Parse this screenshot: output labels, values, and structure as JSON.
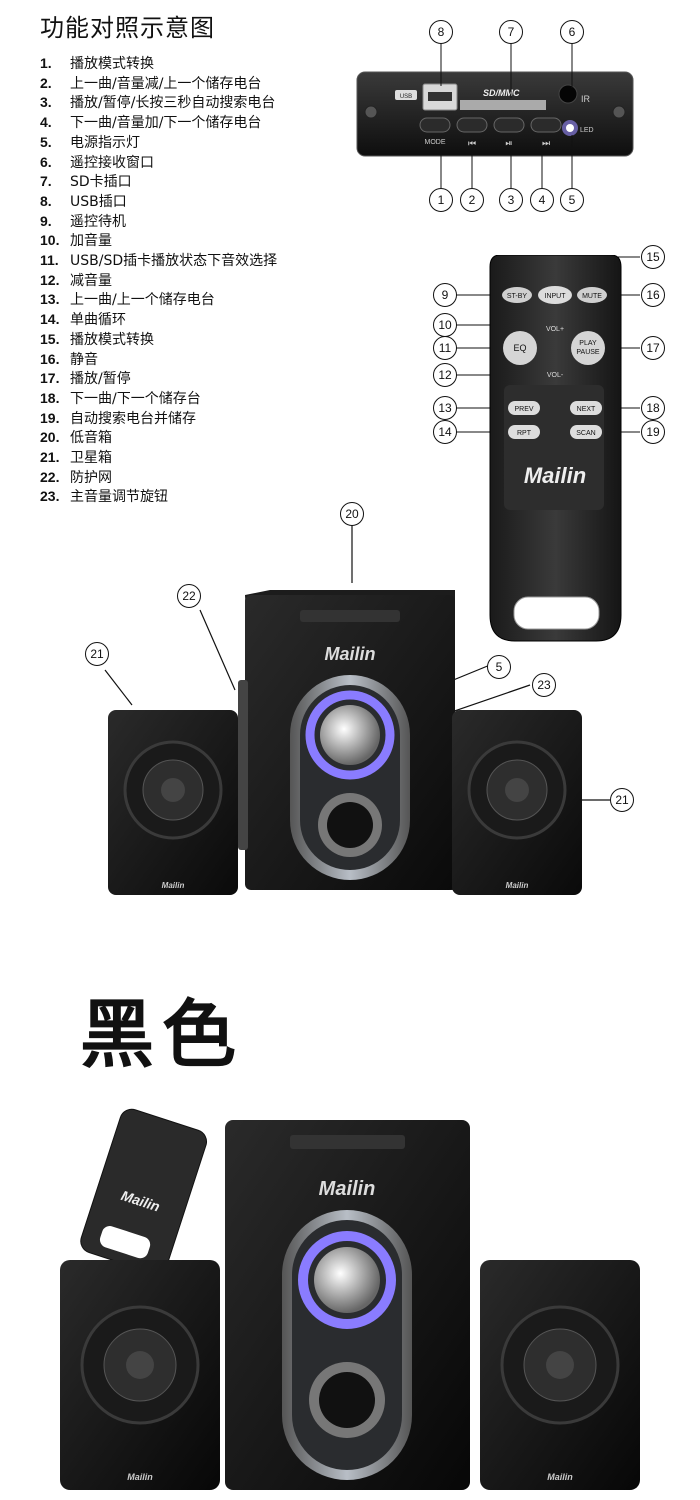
{
  "title": "功能对照示意图",
  "functions": [
    {
      "n": "1.",
      "label": "播放模式转换"
    },
    {
      "n": "2.",
      "label": "上一曲/音量减/上一个储存电台"
    },
    {
      "n": "3.",
      "label": "播放/暂停/长按三秒自动搜索电台"
    },
    {
      "n": "4.",
      "label": "下一曲/音量加/下一个储存电台"
    },
    {
      "n": "5.",
      "label": "电源指示灯"
    },
    {
      "n": "6.",
      "label": "遥控接收窗口"
    },
    {
      "n": "7.",
      "label": "SD卡插口"
    },
    {
      "n": "8.",
      "label": "USB插口"
    },
    {
      "n": "9.",
      "label": "遥控待机"
    },
    {
      "n": "10.",
      "label": "加音量"
    },
    {
      "n": "11.",
      "label": "USB/SD插卡播放状态下音效选择"
    },
    {
      "n": "12.",
      "label": "减音量"
    },
    {
      "n": "13.",
      "label": "上一曲/上一个储存电台"
    },
    {
      "n": "14.",
      "label": "单曲循环"
    },
    {
      "n": "15.",
      "label": "播放模式转换"
    },
    {
      "n": "16.",
      "label": "静音"
    },
    {
      "n": "17.",
      "label": "播放/暂停"
    },
    {
      "n": "18.",
      "label": "下一曲/下一个储存台"
    },
    {
      "n": "19.",
      "label": "自动搜索电台并储存"
    },
    {
      "n": "20.",
      "label": "低音箱"
    },
    {
      "n": "21.",
      "label": "卫星箱"
    },
    {
      "n": "22.",
      "label": "防护网"
    },
    {
      "n": "23.",
      "label": "主音量调节旋钮"
    }
  ],
  "panel": {
    "sd_label": "SD/MMC",
    "ir_label": "IR",
    "led_label": "LED",
    "mode_label": "MODE",
    "usb_label": "USB"
  },
  "remote": {
    "buttons": {
      "st_by": "ST-BY",
      "input": "INPUT",
      "mute": "MUTE",
      "vol_up": "VOL+",
      "eq": "EQ",
      "play_pause_1": "PLAY",
      "play_pause_2": "PAUSE",
      "vol_down": "VOL-",
      "prev": "PREV",
      "next": "NEXT",
      "rpt": "RPT",
      "scan": "SCAN"
    },
    "brand": "Mailin"
  },
  "speaker": {
    "brand": "Mailin"
  },
  "callouts": {
    "c1": "1",
    "c2": "2",
    "c3": "3",
    "c4": "4",
    "c5": "5",
    "c6": "6",
    "c7": "7",
    "c8": "8",
    "c9": "9",
    "c10": "10",
    "c11": "11",
    "c12": "12",
    "c13": "13",
    "c14": "14",
    "c15": "15",
    "c16": "16",
    "c17": "17",
    "c18": "18",
    "c19": "19",
    "c20": "20",
    "c21": "21",
    "c22": "22",
    "c23": "23"
  },
  "color_label": "黑色",
  "colors": {
    "speaker_body": "#151515",
    "knob_ring": "#7b6cff",
    "panel": "#1a1a1a",
    "grey_frame": "#8a8f96"
  }
}
